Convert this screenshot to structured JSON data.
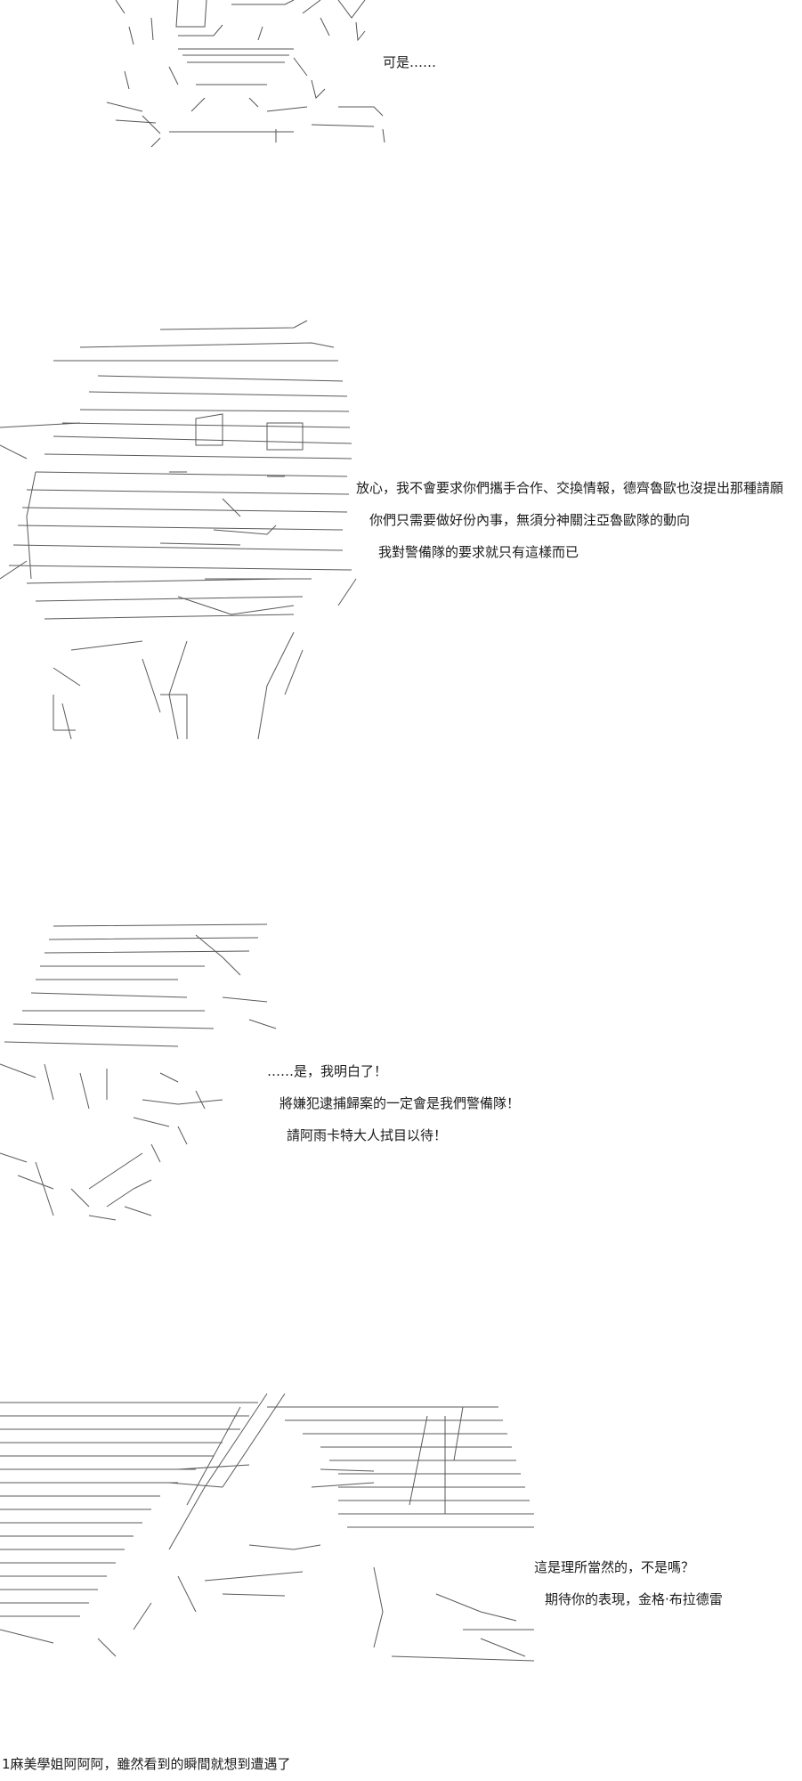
{
  "panels": [
    {
      "lines": [
        "可是……"
      ]
    },
    {
      "lines": [
        "放心，我不會要求你們攜手合作、交換情報，德齊魯歐也沒提出那種請願",
        "你們只需要做好份內事，無須分神關注亞魯歐隊的動向",
        "我對警備隊的要求就只有這樣而已"
      ]
    },
    {
      "lines": [
        "……是，我明白了！",
        "將嫌犯逮捕歸案的一定會是我們警備隊！",
        "請阿雨卡特大人拭目以待！"
      ]
    },
    {
      "lines": [
        "這是理所當然的，不是嗎？",
        "期待你的表現，金格·布拉德雷"
      ]
    }
  ],
  "footnote": "1麻美學姐阿阿阿，雖然看到的瞬間就想到遭遇了"
}
